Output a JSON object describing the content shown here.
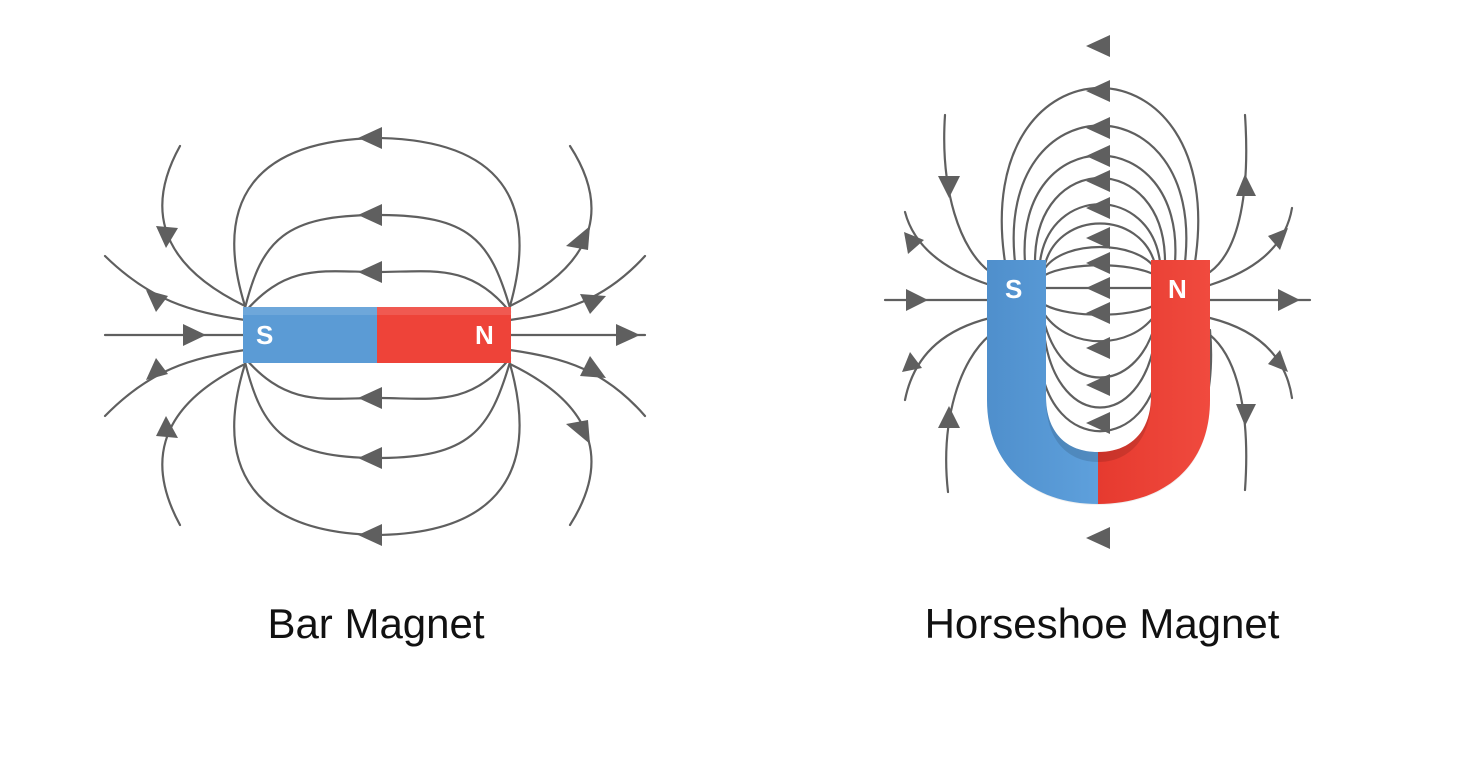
{
  "bar_magnet": {
    "south_label": "S",
    "north_label": "N",
    "caption": "Bar Magnet",
    "south_color": "#5b9bd5",
    "north_color": "#ee4339"
  },
  "horseshoe_magnet": {
    "south_label": "S",
    "north_label": "N",
    "caption": "Horseshoe Magnet",
    "south_color": "#5b9bd5",
    "north_color": "#ee4339"
  },
  "field_line_color": "#5f5f5f"
}
